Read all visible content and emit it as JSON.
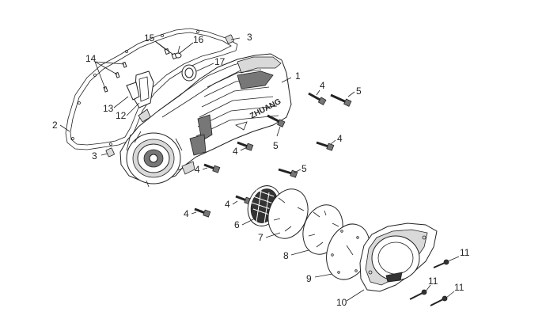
{
  "labels": {
    "l1": "1",
    "l2": "2",
    "l3a": "3",
    "l3b": "3",
    "l4a": "4",
    "l4b": "4",
    "l4c": "4",
    "l4d": "4",
    "l4e": "4",
    "l4f": "4",
    "l5a": "5",
    "l5b": "5",
    "l5c": "5",
    "l6": "6",
    "l7": "7",
    "l8": "8",
    "l9": "9",
    "l10": "10",
    "l11a": "11",
    "l11b": "11",
    "l11c": "11",
    "l12": "12",
    "l13": "13",
    "l14": "14",
    "l15": "15",
    "l16": "16",
    "l17": "17"
  },
  "cover_logo_text": "ZHUANG"
}
